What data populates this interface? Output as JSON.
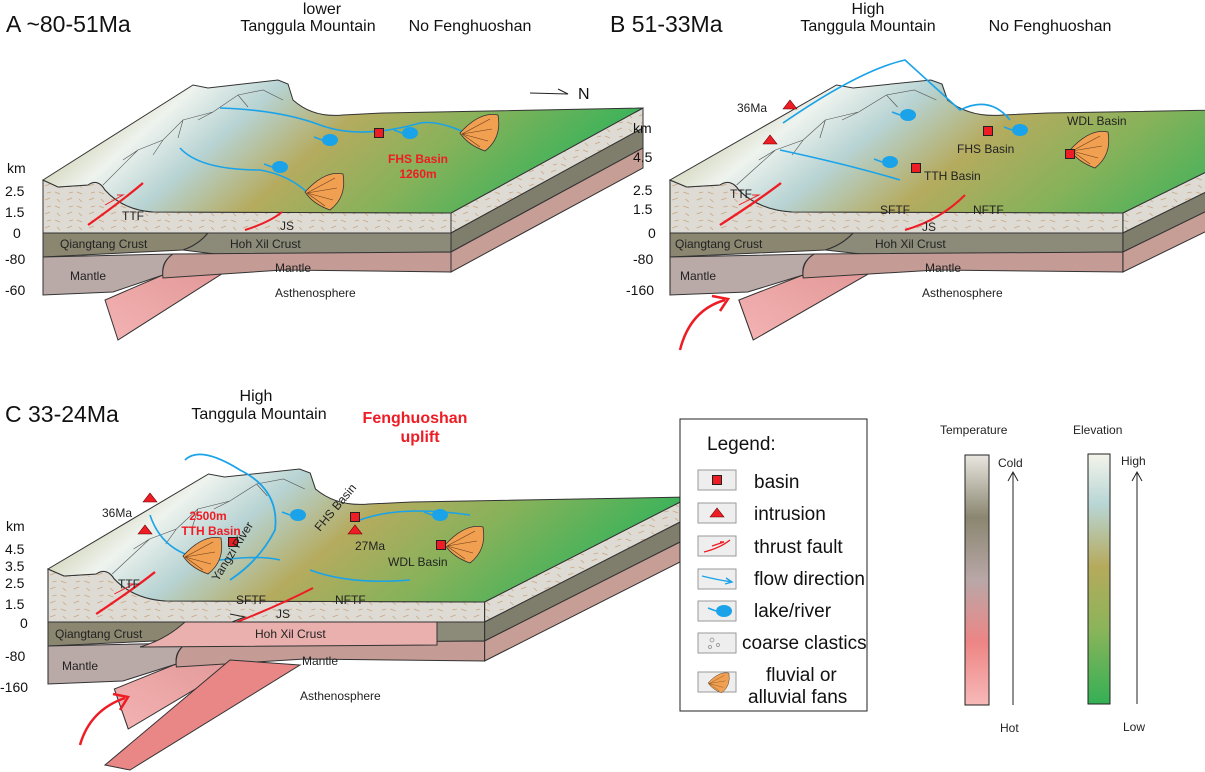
{
  "panels": [
    {
      "id": "A",
      "title": "A ~80-51Ma",
      "mountain_state": "lower",
      "mountain_name": "Tanggula Mountain",
      "fenghuoshan_state": "No Fenghuoshan",
      "north_label": "N",
      "axis_unit": "km",
      "axis_ticks": [
        "2.5",
        "1.5",
        "0",
        "-80",
        "-60"
      ],
      "labels": {
        "ttf": "TTF",
        "js": "JS",
        "qiangtang": "Qiangtang Crust",
        "hohxil": "Hoh Xil Crust",
        "mantle_left": "Mantle",
        "mantle_right": "Mantle",
        "asthenosphere": "Asthenosphere",
        "basin": "FHS Basin",
        "basin_elev": "1260m"
      }
    },
    {
      "id": "B",
      "title": "B 51-33Ma",
      "mountain_state": "High",
      "mountain_name": "Tanggula Mountain",
      "fenghuoshan_state": "No Fenghuoshan",
      "axis_unit": "km",
      "axis_ticks": [
        "4.5",
        "2.5",
        "1.5",
        "0",
        "-80",
        "-160"
      ],
      "labels": {
        "ttf": "TTF",
        "sftf": "SFTF",
        "nftf": "NFTF",
        "js": "JS",
        "qiangtang": "Qiangtang Crust",
        "hohxil": "Hoh Xil Crust",
        "mantle_left": "Mantle",
        "mantle_right": "Mantle",
        "asthenosphere": "Asthenosphere",
        "intrusion_age": "36Ma",
        "fhs": "FHS Basin",
        "tth": "TTH Basin",
        "wdl": "WDL Basin"
      }
    },
    {
      "id": "C",
      "title": "C 33-24Ma",
      "mountain_state": "High",
      "mountain_name": "Tanggula Mountain",
      "fenghuoshan_state": "Fenghuoshan",
      "fenghuoshan_state2": "uplift",
      "axis_unit": "km",
      "axis_ticks": [
        "4.5",
        "3.5",
        "2.5",
        "1.5",
        "0",
        "-80",
        "-160"
      ],
      "labels": {
        "ttf": "TTF",
        "sftf": "SFTF",
        "nftf": "NFTF",
        "js": "JS",
        "qiangtang": "Qiangtang Crust",
        "hohxil": "Hoh Xil Crust",
        "mantle_left": "Mantle",
        "mantle_right": "Mantle",
        "asthenosphere": "Asthenosphere",
        "intrusion_age": "36Ma",
        "intrusion_age2": "27Ma",
        "tth_elev": "2500m",
        "tth": "TTH Basin",
        "fhs": "FHS Basin",
        "wdl": "WDL Basin",
        "river": "Yangzi River"
      }
    }
  ],
  "legend": {
    "title": "Legend:",
    "items": [
      {
        "icon": "basin-icon",
        "label": "basin"
      },
      {
        "icon": "intrusion-icon",
        "label": "intrusion"
      },
      {
        "icon": "thrust-fault-icon",
        "label": "thrust fault"
      },
      {
        "icon": "flow-direction-icon",
        "label": "flow direction"
      },
      {
        "icon": "lake-river-icon",
        "label": "lake/river"
      },
      {
        "icon": "coarse-clastics-icon",
        "label": "coarse clastics"
      },
      {
        "icon": "alluvial-fan-icon",
        "label": "fluvial or",
        "label2": "alluvial fans"
      }
    ]
  },
  "temperature": {
    "title": "Temperature",
    "top": "Cold",
    "bottom": "Hot"
  },
  "elevation": {
    "title": "Elevation",
    "top": "High",
    "bottom": "Low"
  },
  "colors": {
    "red": "#ee1c24",
    "river": "#1aa3e8",
    "fan": "#f0a050",
    "green": "#3cb35a"
  }
}
